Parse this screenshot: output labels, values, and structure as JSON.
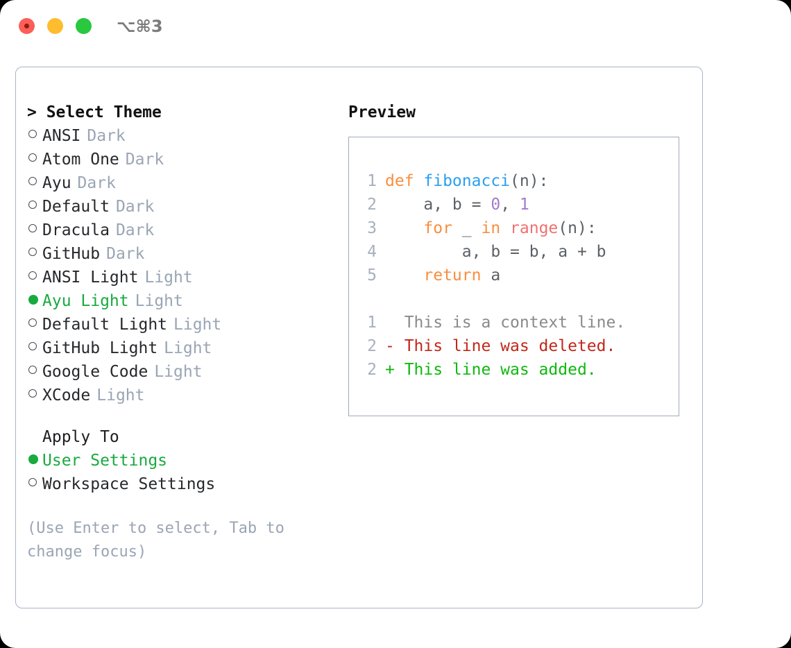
{
  "window": {
    "title": "⌥⌘3",
    "traffic_lights": [
      "close",
      "minimize",
      "maximize"
    ]
  },
  "left_panel": {
    "header": "> Select Theme",
    "theme_options": [
      {
        "marker": "○",
        "name": "ANSI",
        "kind": "Dark",
        "selected": false
      },
      {
        "marker": "○",
        "name": "Atom One",
        "kind": "Dark",
        "selected": false
      },
      {
        "marker": "○",
        "name": "Ayu",
        "kind": "Dark",
        "selected": false
      },
      {
        "marker": "○",
        "name": "Default",
        "kind": "Dark",
        "selected": false
      },
      {
        "marker": "○",
        "name": "Dracula",
        "kind": "Dark",
        "selected": false
      },
      {
        "marker": "○",
        "name": "GitHub",
        "kind": "Dark",
        "selected": false
      },
      {
        "marker": "○",
        "name": "ANSI Light",
        "kind": "Light",
        "selected": false
      },
      {
        "marker": "●",
        "name": "Ayu Light",
        "kind": "Light",
        "selected": true
      },
      {
        "marker": "○",
        "name": "Default Light",
        "kind": "Light",
        "selected": false
      },
      {
        "marker": "○",
        "name": "GitHub Light",
        "kind": "Light",
        "selected": false
      },
      {
        "marker": "○",
        "name": "Google Code",
        "kind": "Light",
        "selected": false
      },
      {
        "marker": "○",
        "name": "XCode",
        "kind": "Light",
        "selected": false
      }
    ],
    "apply_to_header": "Apply To",
    "apply_to_options": [
      {
        "marker": "●",
        "name": "User Settings",
        "selected": true
      },
      {
        "marker": "○",
        "name": "Workspace Settings",
        "selected": false
      }
    ],
    "hint": "(Use Enter to select, Tab to change focus)"
  },
  "right_panel": {
    "title": "Preview",
    "code_lines": [
      {
        "no": "1",
        "tokens": [
          {
            "t": "def ",
            "c": "kw"
          },
          {
            "t": "fibonacci",
            "c": "fn"
          },
          {
            "t": "(n):",
            "c": "pln"
          }
        ]
      },
      {
        "no": "2",
        "tokens": [
          {
            "t": "    a, b = ",
            "c": "pln"
          },
          {
            "t": "0",
            "c": "num"
          },
          {
            "t": ", ",
            "c": "pln"
          },
          {
            "t": "1",
            "c": "num"
          }
        ]
      },
      {
        "no": "3",
        "tokens": [
          {
            "t": "    ",
            "c": "pln"
          },
          {
            "t": "for",
            "c": "kw"
          },
          {
            "t": " _ ",
            "c": "pln"
          },
          {
            "t": "in",
            "c": "kw"
          },
          {
            "t": " ",
            "c": "pln"
          },
          {
            "t": "range",
            "c": "call"
          },
          {
            "t": "(n):",
            "c": "pln"
          }
        ]
      },
      {
        "no": "4",
        "tokens": [
          {
            "t": "        a, b = b, a + b",
            "c": "pln"
          }
        ]
      },
      {
        "no": "5",
        "tokens": [
          {
            "t": "    ",
            "c": "pln"
          },
          {
            "t": "return",
            "c": "kw"
          },
          {
            "t": " a",
            "c": "pln"
          }
        ]
      }
    ],
    "diff_lines": [
      {
        "no": "1",
        "sign": " ",
        "text": " This is a context line.",
        "kind": "ctx"
      },
      {
        "no": "2",
        "sign": "-",
        "text": " This line was deleted.",
        "kind": "del"
      },
      {
        "no": "2",
        "sign": "+",
        "text": " This line was added.",
        "kind": "add"
      }
    ]
  },
  "colors": {
    "accent_green": "#19aa3f",
    "muted": "#9aa5b4",
    "border": "#a9b2c3",
    "keyword": "#fa8d3e",
    "function": "#2aa0ef",
    "number": "#a37acc",
    "call": "#f07171",
    "diff_add": "#0fb80f",
    "diff_del": "#c0281b"
  }
}
